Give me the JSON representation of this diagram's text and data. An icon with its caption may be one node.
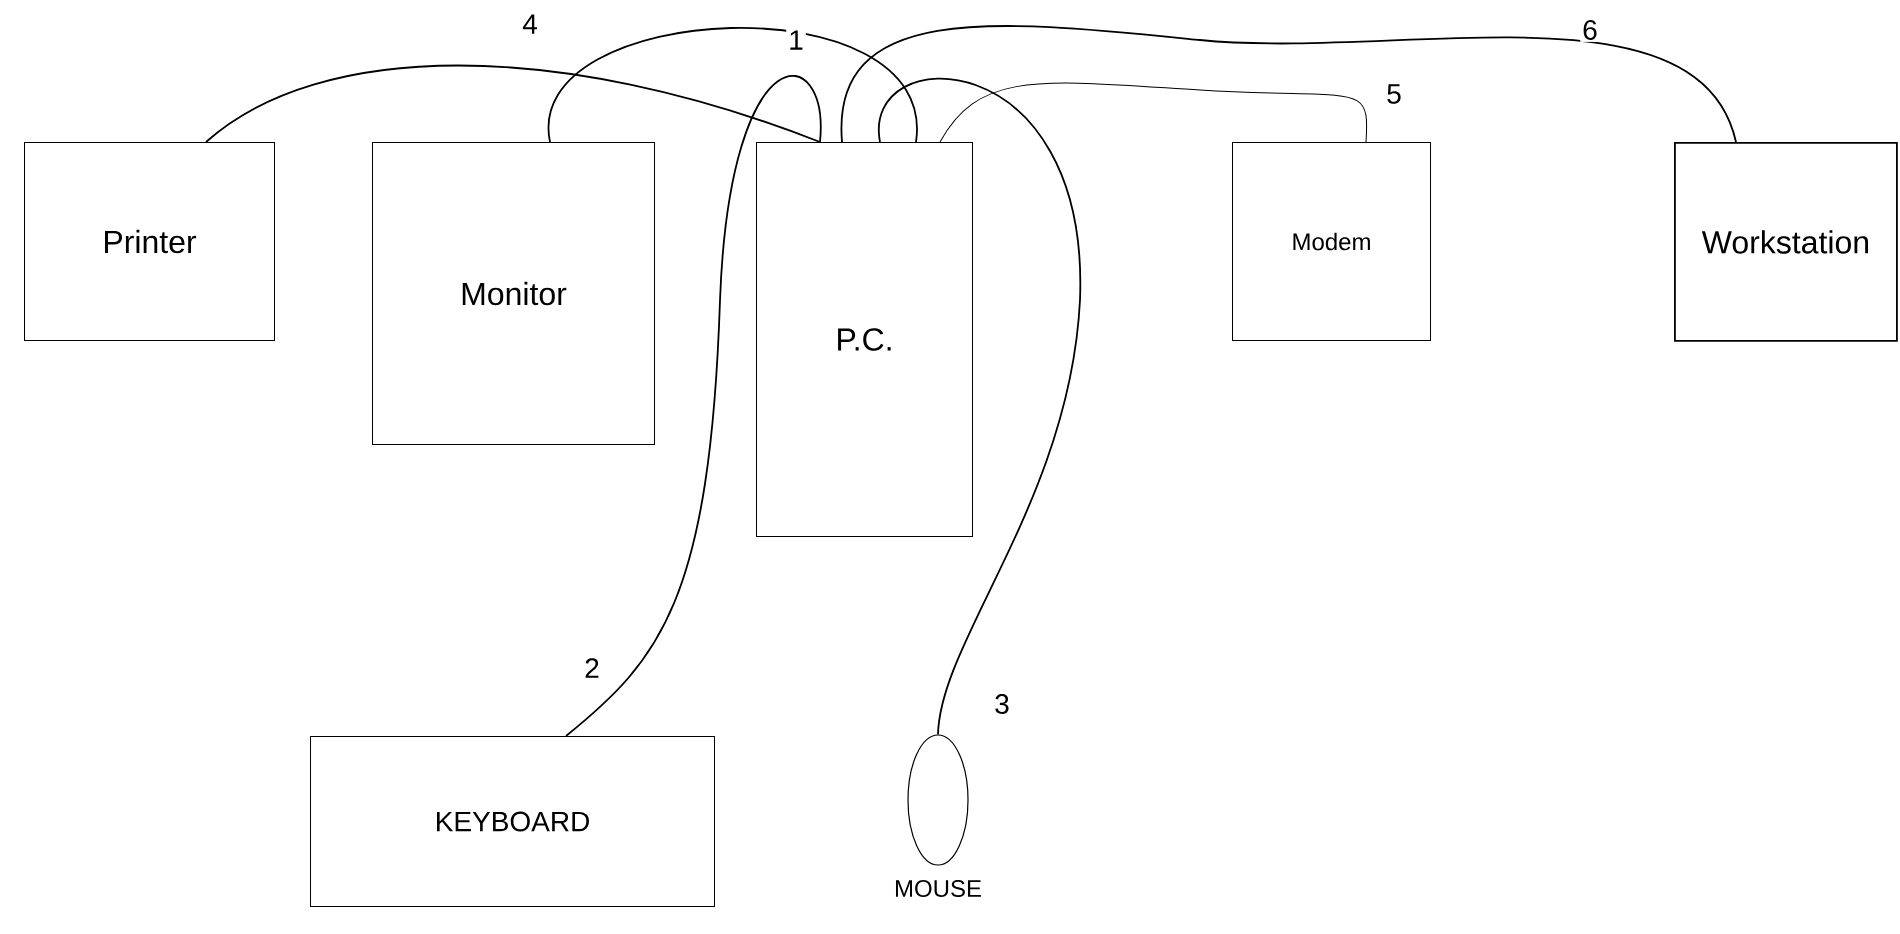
{
  "diagram": {
    "nodes": [
      {
        "text": [
          "Printer"
        ]
      },
      {
        "text": [
          "Monitor"
        ]
      },
      {
        "text": [
          "P.C."
        ]
      },
      {
        "text": [
          "Modem"
        ]
      },
      {
        "text": [
          "Workstation"
        ]
      },
      {
        "text": [
          "KEYBOARD"
        ]
      },
      {
        "text": [
          "MOUSE"
        ]
      }
    ],
    "edges": [
      {
        "from": 1,
        "to": 2,
        "arrow": "none",
        "label": "1"
      },
      {
        "from": 5,
        "to": 2,
        "arrow": "none",
        "label": "2"
      },
      {
        "from": 6,
        "to": 2,
        "arrow": "none",
        "label": "3"
      },
      {
        "from": 0,
        "to": 2,
        "arrow": "none",
        "label": "4"
      },
      {
        "from": 3,
        "to": 2,
        "arrow": "none",
        "label": "5"
      },
      {
        "from": 4,
        "to": 2,
        "arrow": "none",
        "label": "6"
      }
    ]
  }
}
